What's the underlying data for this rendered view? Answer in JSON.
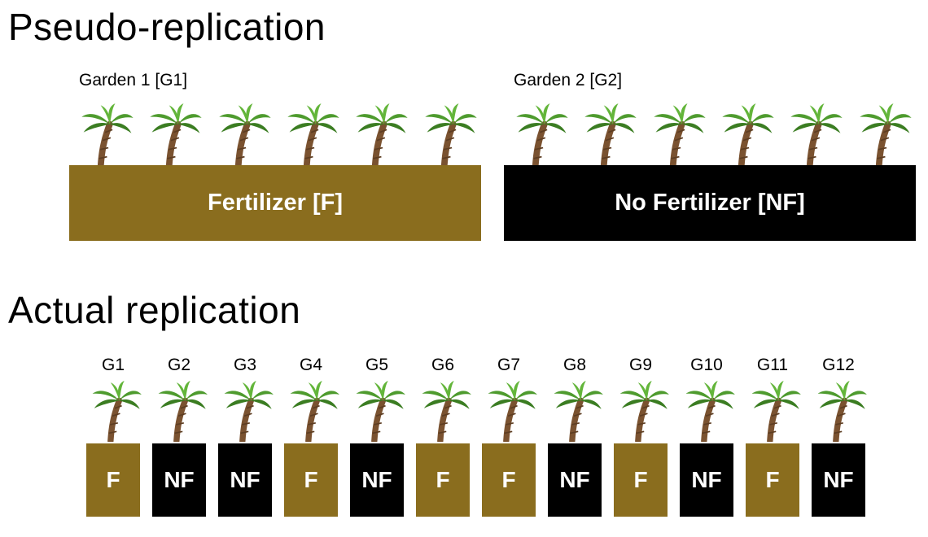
{
  "colors": {
    "fertilizer": "#8a6d1e",
    "no_fertilizer": "#000000",
    "treatment_text": "#ffffff",
    "background": "#ffffff"
  },
  "icons": {
    "tree": "palm-tree-icon"
  },
  "pseudo": {
    "title": "Pseudo-replication",
    "gardens": [
      {
        "label": "Garden 1 [G1]",
        "tree_count": 6,
        "treatment": "F",
        "treatment_label": "Fertilizer [F]"
      },
      {
        "label": "Garden 2 [G2]",
        "tree_count": 6,
        "treatment": "NF",
        "treatment_label": "No Fertilizer [NF]"
      }
    ]
  },
  "actual": {
    "title": "Actual replication",
    "columns": [
      {
        "garden": "G1",
        "treatment": "F"
      },
      {
        "garden": "G2",
        "treatment": "NF"
      },
      {
        "garden": "G3",
        "treatment": "NF"
      },
      {
        "garden": "G4",
        "treatment": "F"
      },
      {
        "garden": "G5",
        "treatment": "NF"
      },
      {
        "garden": "G6",
        "treatment": "F"
      },
      {
        "garden": "G7",
        "treatment": "F"
      },
      {
        "garden": "G8",
        "treatment": "NF"
      },
      {
        "garden": "G9",
        "treatment": "F"
      },
      {
        "garden": "G10",
        "treatment": "NF"
      },
      {
        "garden": "G11",
        "treatment": "F"
      },
      {
        "garden": "G12",
        "treatment": "NF"
      }
    ]
  }
}
